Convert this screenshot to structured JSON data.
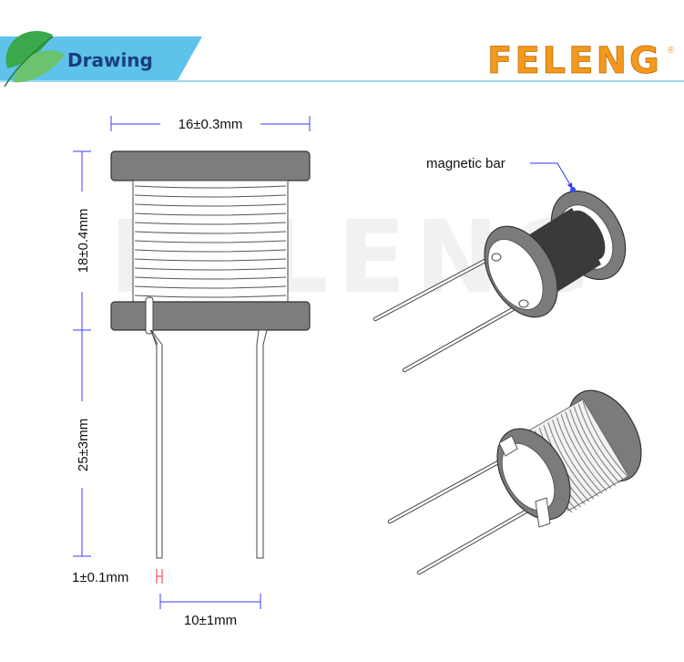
{
  "header": {
    "title": "Drawing",
    "brand": "FELENG",
    "registered": "®",
    "colors": {
      "banner": "#5ec2ea",
      "title": "#1a3d7c",
      "brand": "#f39a1e",
      "leaf": "#4caf50"
    }
  },
  "watermark": "FELENG",
  "dimensions": {
    "width": "16±0.3mm",
    "body_height": "18±0.4mm",
    "lead_length": "25±3mm",
    "lead_diameter": "1±0.1mm",
    "lead_spacing": "10±1mm"
  },
  "callout": {
    "label": "magnetic bar"
  },
  "colors": {
    "dimension_line": "#3d3dff",
    "flange": "#7d7d7d",
    "marker": "#ff3030"
  }
}
